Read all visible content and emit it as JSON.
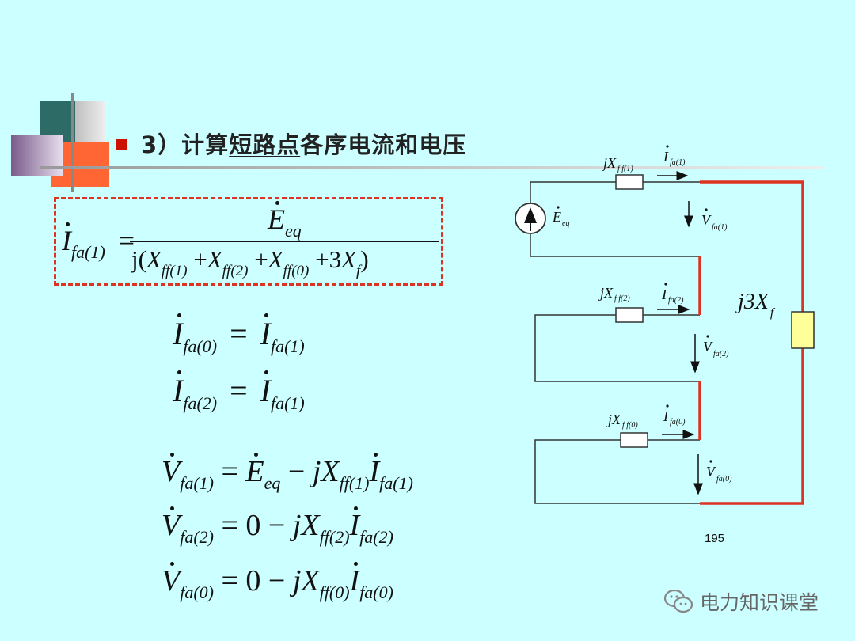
{
  "header": {
    "title_prefix": "3）计算",
    "title_underlined": "短路点",
    "title_suffix": "各序电流和电压"
  },
  "formulas": {
    "main_lhs_base": "I",
    "main_lhs_sub": "fa(1)",
    "equals": "=",
    "numerator_base": "E",
    "numerator_sub": "eq",
    "den_j": "j(",
    "den_X1": "X",
    "den_X1_sub": "ff(1)",
    "plus": "+",
    "den_X2_sub": "ff(2)",
    "den_X0_sub": "ff(0)",
    "den_3": "3",
    "den_Xf_sub": "f",
    "den_close": ")",
    "i0_sub": "fa(0)",
    "i2_sub": "fa(2)",
    "i1_sub": "fa(1)",
    "v_base": "V",
    "v1_sub": "fa(1)",
    "v2_sub": "fa(2)",
    "v0_sub": "fa(0)",
    "minus": "−",
    "zero": "0",
    "jX": "jX"
  },
  "circuit": {
    "jx1": "jX",
    "jx1_sub": "f f(1)",
    "i1": "I",
    "i1_sub": "fa(1)",
    "e": "E",
    "e_sub": "eq",
    "v1": "V",
    "v1_sub": "fa(1)",
    "jx2": "jX",
    "jx2_sub": "f f(2)",
    "i2": "I",
    "i2_sub": "fa(2)",
    "v2": "V",
    "v2_sub": "fa(2)",
    "jx0": "jX",
    "jx0_sub": "f f(0)",
    "i0": "I",
    "i0_sub": "fa(0)",
    "v0": "V",
    "v0_sub": "fa(0)",
    "j3xf": "j3X",
    "j3xf_sub": "f"
  },
  "page_number": "195",
  "watermark": "电力知识课堂",
  "colors": {
    "background": "#ccffff",
    "accent_red": "#cc1100",
    "dashed_box": "#dd3322",
    "impedance_fill": "#ffff99"
  }
}
